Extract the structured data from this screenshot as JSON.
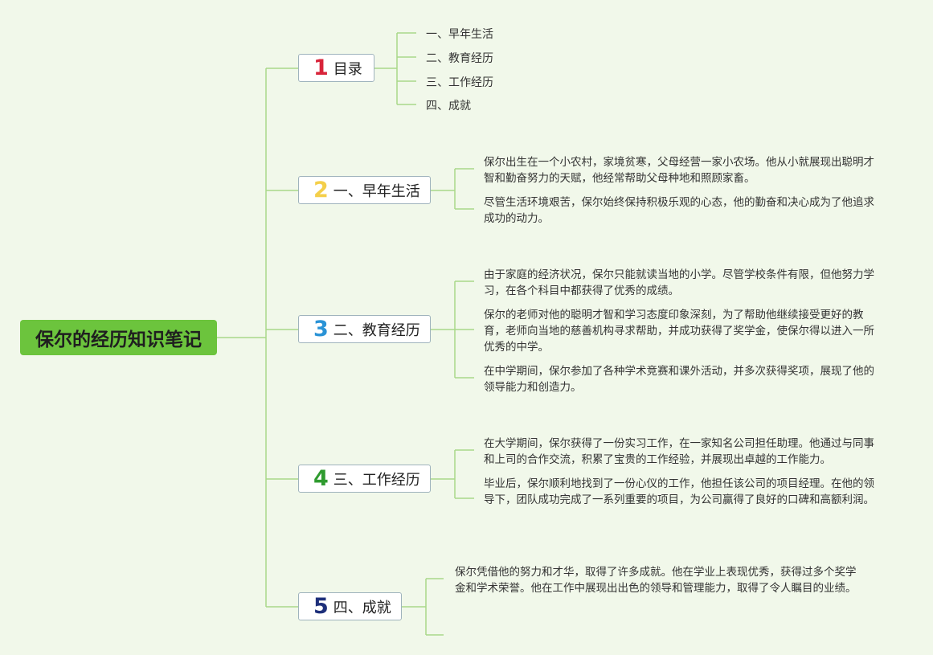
{
  "colors": {
    "background": "#f1f8ea",
    "root_fill": "#6cc43d",
    "connector": "#a9d889",
    "num1": "#d8243a",
    "num2": "#f4cf4a",
    "num3": "#2a93d6",
    "num4": "#2f9b2f",
    "num5": "#1d2f7a"
  },
  "root": {
    "title": "保尔的经历知识笔记"
  },
  "branches": [
    {
      "num": "1",
      "label": "目录"
    },
    {
      "num": "2",
      "label": "一、早年生活"
    },
    {
      "num": "3",
      "label": "二、教育经历"
    },
    {
      "num": "4",
      "label": "三、工作经历"
    },
    {
      "num": "5",
      "label": "四、成就"
    }
  ],
  "toc": [
    "一、早年生活",
    "二、教育经历",
    "三、工作经历",
    "四、成就"
  ],
  "early_life": [
    "保尔出生在一个小农村，家境贫寒，父母经营一家小农场。他从小就展现出聪明才智和勤奋努力的天赋，他经常帮助父母种地和照顾家畜。",
    "尽管生活环境艰苦，保尔始终保持积极乐观的心态，他的勤奋和决心成为了他追求成功的动力。"
  ],
  "education": [
    "由于家庭的经济状况，保尔只能就读当地的小学。尽管学校条件有限，但他努力学习，在各个科目中都获得了优秀的成绩。",
    "保尔的老师对他的聪明才智和学习态度印象深刻，为了帮助他继续接受更好的教育，老师向当地的慈善机构寻求帮助，并成功获得了奖学金，使保尔得以进入一所优秀的中学。",
    "在中学期间，保尔参加了各种学术竞赛和课外活动，并多次获得奖项，展现了他的领导能力和创造力。"
  ],
  "work": [
    "在大学期间，保尔获得了一份实习工作，在一家知名公司担任助理。他通过与同事和上司的合作交流，积累了宝贵的工作经验，并展现出卓越的工作能力。",
    "毕业后，保尔顺利地找到了一份心仪的工作，他担任该公司的项目经理。在他的领导下，团队成功完成了一系列重要的项目，为公司赢得了良好的口碑和高额利润。"
  ],
  "achievements": [
    "保尔凭借他的努力和才华，取得了许多成就。他在学业上表现优秀，获得过多个奖学金和学术荣誉。他在工作中展现出出色的领导和管理能力，取得了令人瞩目的业绩。"
  ]
}
